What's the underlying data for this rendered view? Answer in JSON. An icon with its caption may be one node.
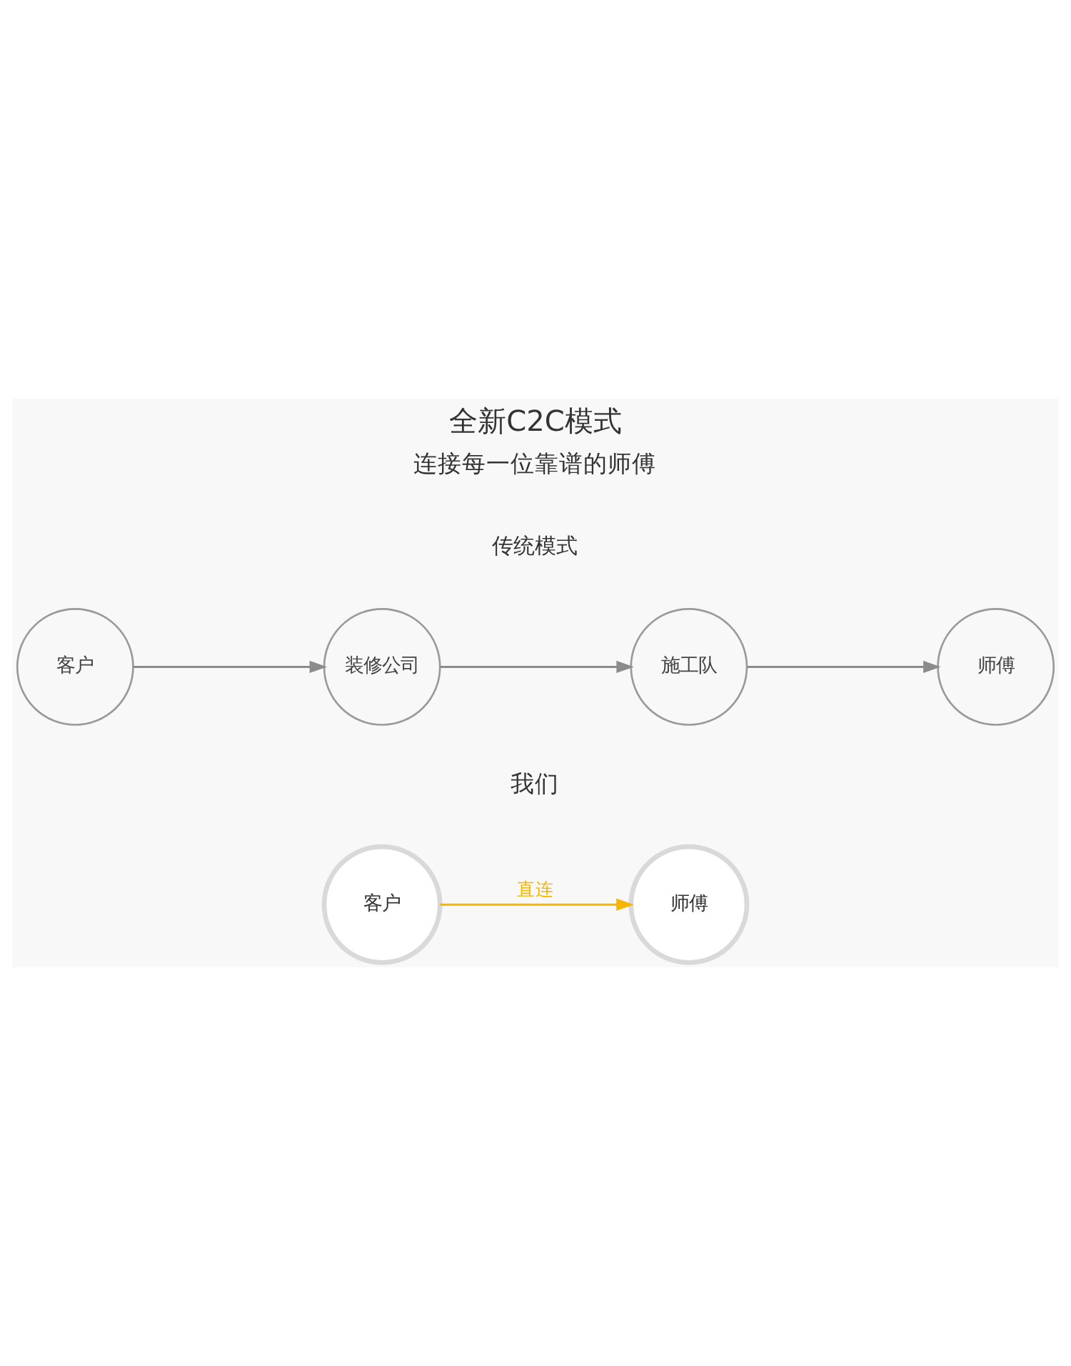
{
  "diagram": {
    "title": "全新C2C模式",
    "nodes": [
      {
        "text": [
          "客户"
        ]
      },
      {
        "text": [
          "装修公司"
        ]
      },
      {
        "text": [
          "施工队"
        ]
      },
      {
        "text": [
          "师傅"
        ]
      },
      {
        "text": [
          "客户"
        ]
      },
      {
        "text": [
          "师傅"
        ]
      }
    ],
    "edges": [
      {
        "from": 0,
        "to": 1,
        "arrow": "to"
      },
      {
        "from": 1,
        "to": 2,
        "arrow": "to"
      },
      {
        "from": 2,
        "to": 3,
        "arrow": "to"
      },
      {
        "from": 4,
        "to": 5,
        "arrow": "to",
        "label": "直连",
        "color": "#f7b500"
      }
    ],
    "labels": [
      "连接每一位靠谱的师傅",
      "传统模式",
      "我们"
    ]
  }
}
